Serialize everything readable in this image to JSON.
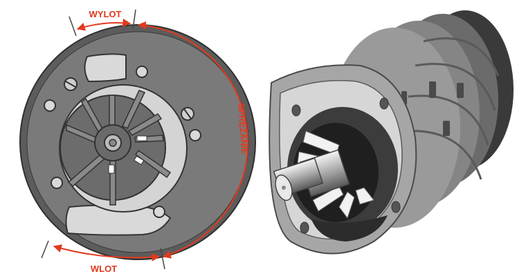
{
  "labels": {
    "outlet": "WYLOT",
    "compression": "SPRĘŻANIE",
    "inlet": "WLOT"
  },
  "colors": {
    "accent": "#e03a1e",
    "housing_dark": "#5c5c5c",
    "housing_mid": "#7a7a7a",
    "housing_light": "#d9d9d9",
    "background": "#ffffff"
  },
  "views": {
    "left": "front-schematic",
    "right": "cutaway-render"
  }
}
